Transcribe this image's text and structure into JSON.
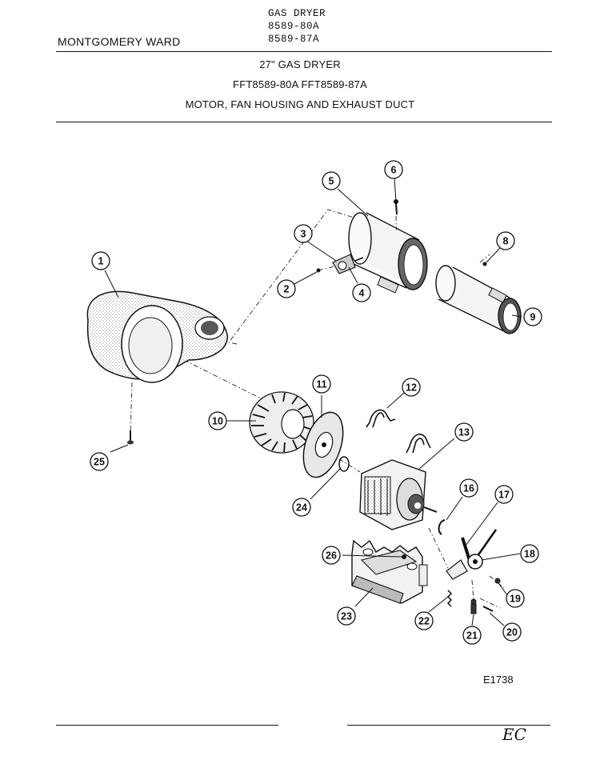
{
  "header": {
    "model_lines": [
      "GAS DRYER",
      "8589-80A",
      "8589-87A"
    ],
    "brand": "MONTGOMERY WARD"
  },
  "titles": {
    "line1": "27\" GAS DRYER",
    "line2": "FFT8589-80A  FFT8589-87A",
    "line3": "MOTOR, FAN HOUSING AND EXHAUST DUCT"
  },
  "callouts": [
    "1",
    "2",
    "3",
    "4",
    "5",
    "6",
    "8",
    "9",
    "10",
    "11",
    "12",
    "13",
    "16",
    "17",
    "18",
    "19",
    "20",
    "21",
    "22",
    "23",
    "24",
    "25",
    "26"
  ],
  "figure_code": "E1738",
  "initials": "EC"
}
